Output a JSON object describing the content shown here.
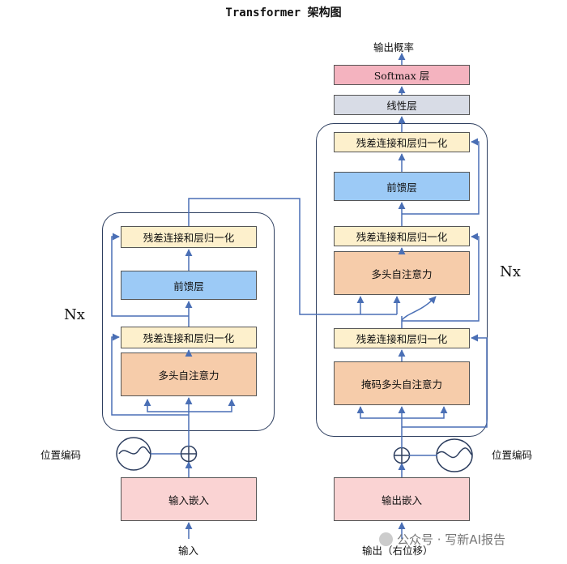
{
  "title": "Transformer 架构图",
  "encoder": {
    "nx": "Nx",
    "add_norm_top": "残差连接和层归一化",
    "feed_forward": "前馈层",
    "add_norm_bottom": "残差连接和层归一化",
    "self_attention": "多头自注意力",
    "positional_encoding": "位置编码",
    "embedding": "输入嵌入",
    "input": "输入"
  },
  "decoder": {
    "nx": "Nx",
    "output_probabilities": "输出概率",
    "softmax": "Softmax 层",
    "linear": "线性层",
    "add_norm_top": "残差连接和层归一化",
    "feed_forward": "前馈层",
    "add_norm_middle": "残差连接和层归一化",
    "cross_attention": "多头自注意力",
    "add_norm_bottom": "残差连接和层归一化",
    "masked_attention": "掩码多头自注意力",
    "positional_encoding": "位置编码",
    "embedding": "输出嵌入",
    "output": "输出（右位移）"
  },
  "watermark": "公众号 · 写新AI报告",
  "colors": {
    "add_norm": "#fdf0cc",
    "feed_forward": "#9ccaf6",
    "attention": "#f6ccaa",
    "embedding": "#fad3d3",
    "softmax": "#f4b3bf",
    "linear": "#d8dce6",
    "arrow": "#4a6fb5",
    "stack_border": "#2d3e5f"
  }
}
